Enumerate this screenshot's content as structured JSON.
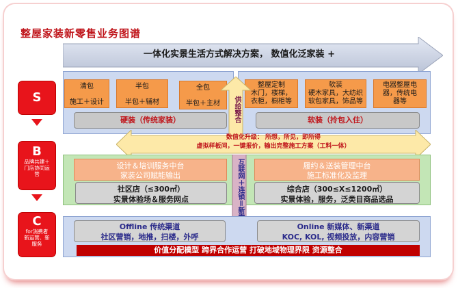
{
  "title": "整屋家装新零售业务图谱",
  "top_arrow": "一体化实景生活方式解决方案， 数值化泛家装   +",
  "s_row": {
    "hard_items": [
      {
        "top": "清包",
        "bottom": "施工＋设计"
      },
      {
        "top": "半包",
        "bottom": "半包＋辅材"
      },
      {
        "top": "全包",
        "bottom": "半包＋主材"
      }
    ],
    "soft_items": [
      {
        "text": "整屋定制\n木门，楼梯，\n衣柜，橱柜等"
      },
      {
        "text": "软装\n硬木家具，大纺织\n软包家具，饰品等"
      },
      {
        "text": "电器整屋电\n器，传统电\n器等"
      }
    ],
    "hard_label": "硬装（传统家装）",
    "soft_label": "软装（拎包入住）",
    "center_label": "供给整合"
  },
  "middle": {
    "line1": "数值化升级： 所想，所见，即所得",
    "line2": "虚拟样板间，一键报价，输出完整施工方案（工料一体）"
  },
  "b_row": {
    "left_top": "设计＆培训服务中台\n家装公司赋能输出",
    "right_top": "履约＆送装管理中台\n施工标准化及监理",
    "left_store": "社区店（≤300㎡）\n实景体验场＆服务网点",
    "right_store": "综合店（300≤X≤1200㎡）\n实景体验，服务，泛类目商品选品",
    "center_label": "互联网＋连锁＝新零售"
  },
  "c_row": {
    "offline": "Offline 传统渠道\n社区营销，地推，扫楼，外呼",
    "online": "Online 新媒体、新渠道\nKOC, KOL, 视频投放，内容营销",
    "bar": "价值分配模型  跨界合作运营  打破地域物理界限  资源整合"
  },
  "side": {
    "s": {
      "letter": "S",
      "sub": ""
    },
    "b": {
      "letter": "B",
      "sub": "品牌共建＋\n门店协同运\n营"
    },
    "c": {
      "letter": "C",
      "sub": "for消费者\n新运营、新\n服务"
    }
  },
  "colors": {
    "accent_red": "#e8141b",
    "title_red": "#c0161c",
    "orange": "#f59a4a",
    "blue_panel": "#cdd9f0",
    "green_panel": "#c3e6b6",
    "yellow_arrow": "#fde9a8",
    "mauve_arrow": "#d9b3c6"
  }
}
